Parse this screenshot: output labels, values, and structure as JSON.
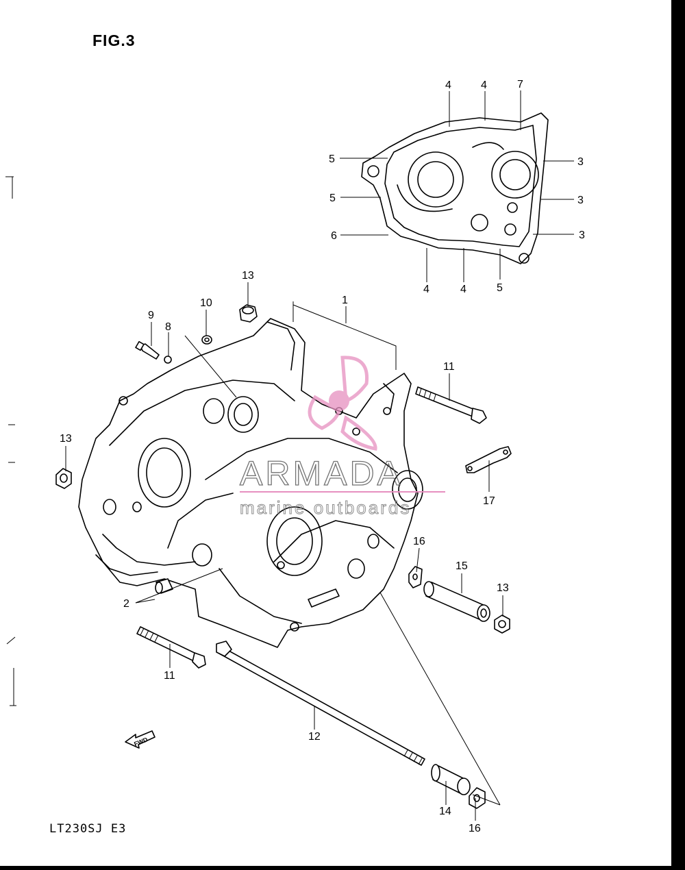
{
  "figure": {
    "title": "FIG.3",
    "model_code": "LT230SJ  E3",
    "fwd_label": "FWD"
  },
  "watermark": {
    "brand": "ARMADA",
    "tagline": "marine outboards",
    "logo_color": "#e68fbf"
  },
  "callouts": {
    "c1": "1",
    "c2": "2",
    "c3a": "3",
    "c3b": "3",
    "c3c": "3",
    "c4a": "4",
    "c4b": "4",
    "c4c": "4",
    "c4d": "4",
    "c5a": "5",
    "c5b": "5",
    "c5c": "5",
    "c6": "6",
    "c7": "7",
    "c8": "8",
    "c9": "9",
    "c10": "10",
    "c11a": "11",
    "c11b": "11",
    "c12": "12",
    "c13a": "13",
    "c13b": "13",
    "c13c": "13",
    "c14": "14",
    "c15": "15",
    "c16a": "16",
    "c16b": "16",
    "c17": "17"
  }
}
